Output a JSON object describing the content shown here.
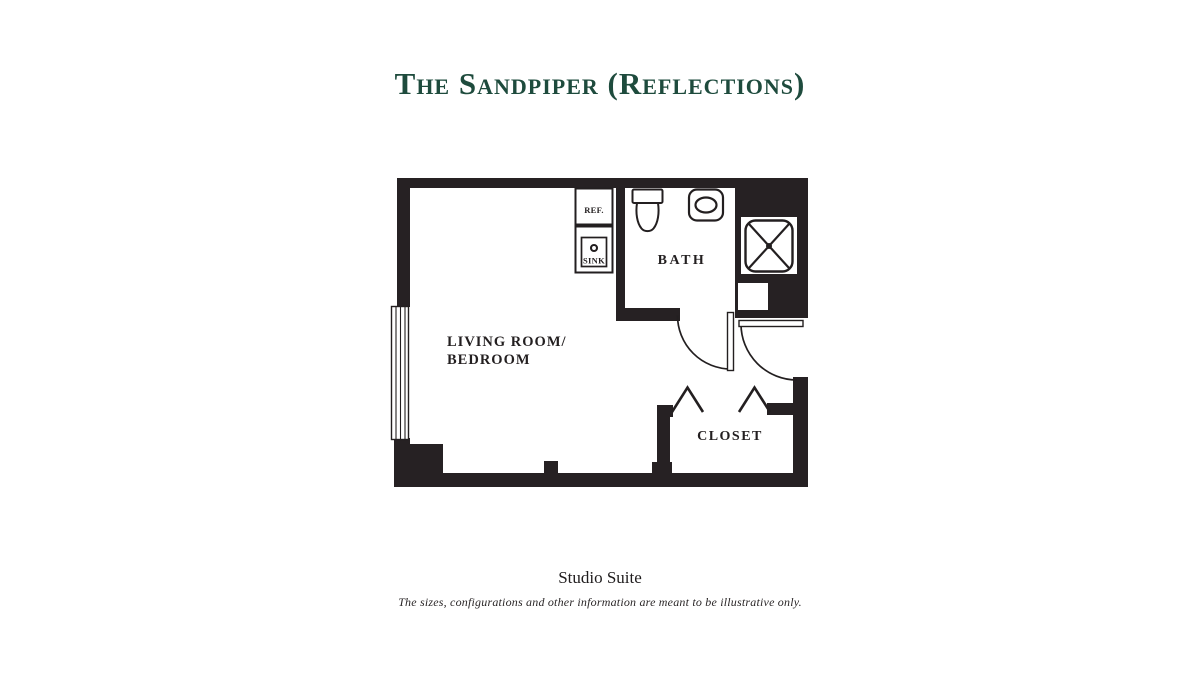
{
  "title": {
    "text": "The Sandpiper (Reflections)",
    "color": "#1e4b3d"
  },
  "plan": {
    "wall_color": "#262123",
    "line_color": "#231f20",
    "labels": {
      "living_room_line1": "LIVING ROOM/",
      "living_room_line2": "BEDROOM",
      "bath": "BATH",
      "closet": "CLOSET",
      "refrigerator": "REF.",
      "kitchen_sink": "SINK"
    }
  },
  "footer": {
    "suite_type": "Studio Suite",
    "disclaimer": "The sizes, configurations and other information are meant to be illustrative only."
  }
}
